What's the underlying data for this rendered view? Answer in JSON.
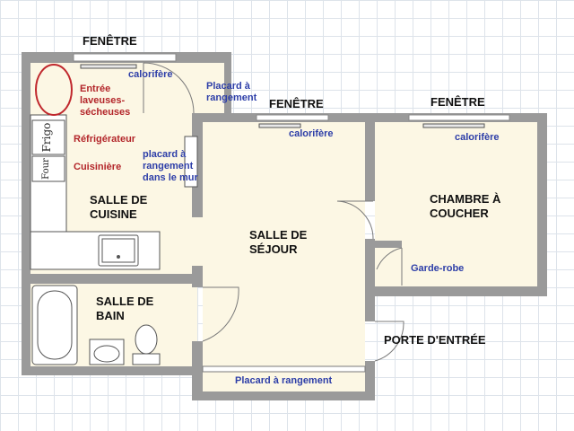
{
  "colors": {
    "wall": "#9a9a9a",
    "floor": "#fcf7e4",
    "ink_blue": "#2d3ea8",
    "ink_red": "#b3262a",
    "marker": "#c0282d"
  },
  "labels": {
    "kitchen_window": "FENÊTRE",
    "living_window": "FENÊTRE",
    "bedroom_window": "FENÊTRE",
    "kitchen_heater": "calorifère",
    "living_heater": "calorifère",
    "bedroom_heater": "calorifère",
    "closet_top": "Placard à rangement",
    "washer_entry": "Entrée laveuses-sécheuses",
    "fridge_note": "Réfrigérateur",
    "stove_note": "Cuisinière",
    "wall_closet": "placard à rangement dans le mur",
    "fridge_box": "Frigo",
    "stove_box": "Four",
    "kitchen": "SALLE DE CUISINE",
    "living": "SALLE DE SÉJOUR",
    "bedroom": "CHAMBRE À COUCHER",
    "wardrobe": "Garde-robe",
    "bathroom": "SALLE DE BAIN",
    "front_door": "PORTE D'ENTRÉE",
    "closet_bottom": "Placard à rangement"
  }
}
